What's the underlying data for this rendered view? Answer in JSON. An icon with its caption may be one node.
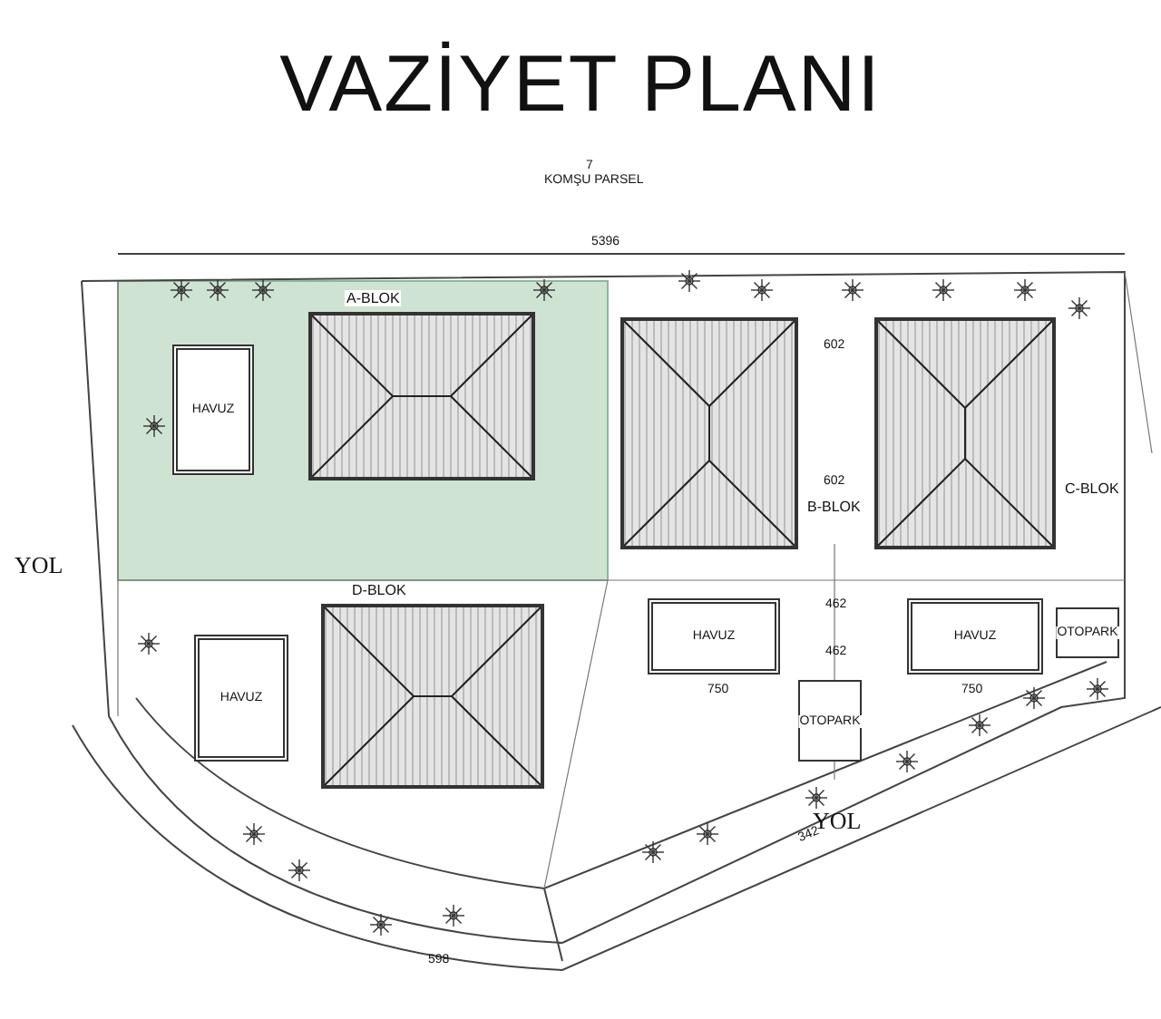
{
  "diagram": {
    "title": "VAZİYET PLANI",
    "nodes": [
      {
        "text": [
          "A-BLOK"
        ]
      },
      {
        "text": [
          "B-BLOK"
        ]
      },
      {
        "text": [
          "C-BLOK"
        ]
      },
      {
        "text": [
          "D-BLOK"
        ]
      },
      {
        "text": [
          "HAVUZ"
        ]
      },
      {
        "text": [
          "HAVUZ"
        ]
      },
      {
        "text": [
          "HAVUZ"
        ]
      },
      {
        "text": [
          "HAVUZ"
        ]
      },
      {
        "text": [
          "OTOPARK"
        ]
      },
      {
        "text": [
          "OTOPARK"
        ]
      }
    ],
    "edges": [],
    "labels": [
      "7",
      "KOMŞU PARSEL",
      "5396",
      "YOL",
      "602",
      "602",
      "462",
      "462",
      "750",
      "750",
      "598",
      "342",
      "YOL"
    ]
  }
}
